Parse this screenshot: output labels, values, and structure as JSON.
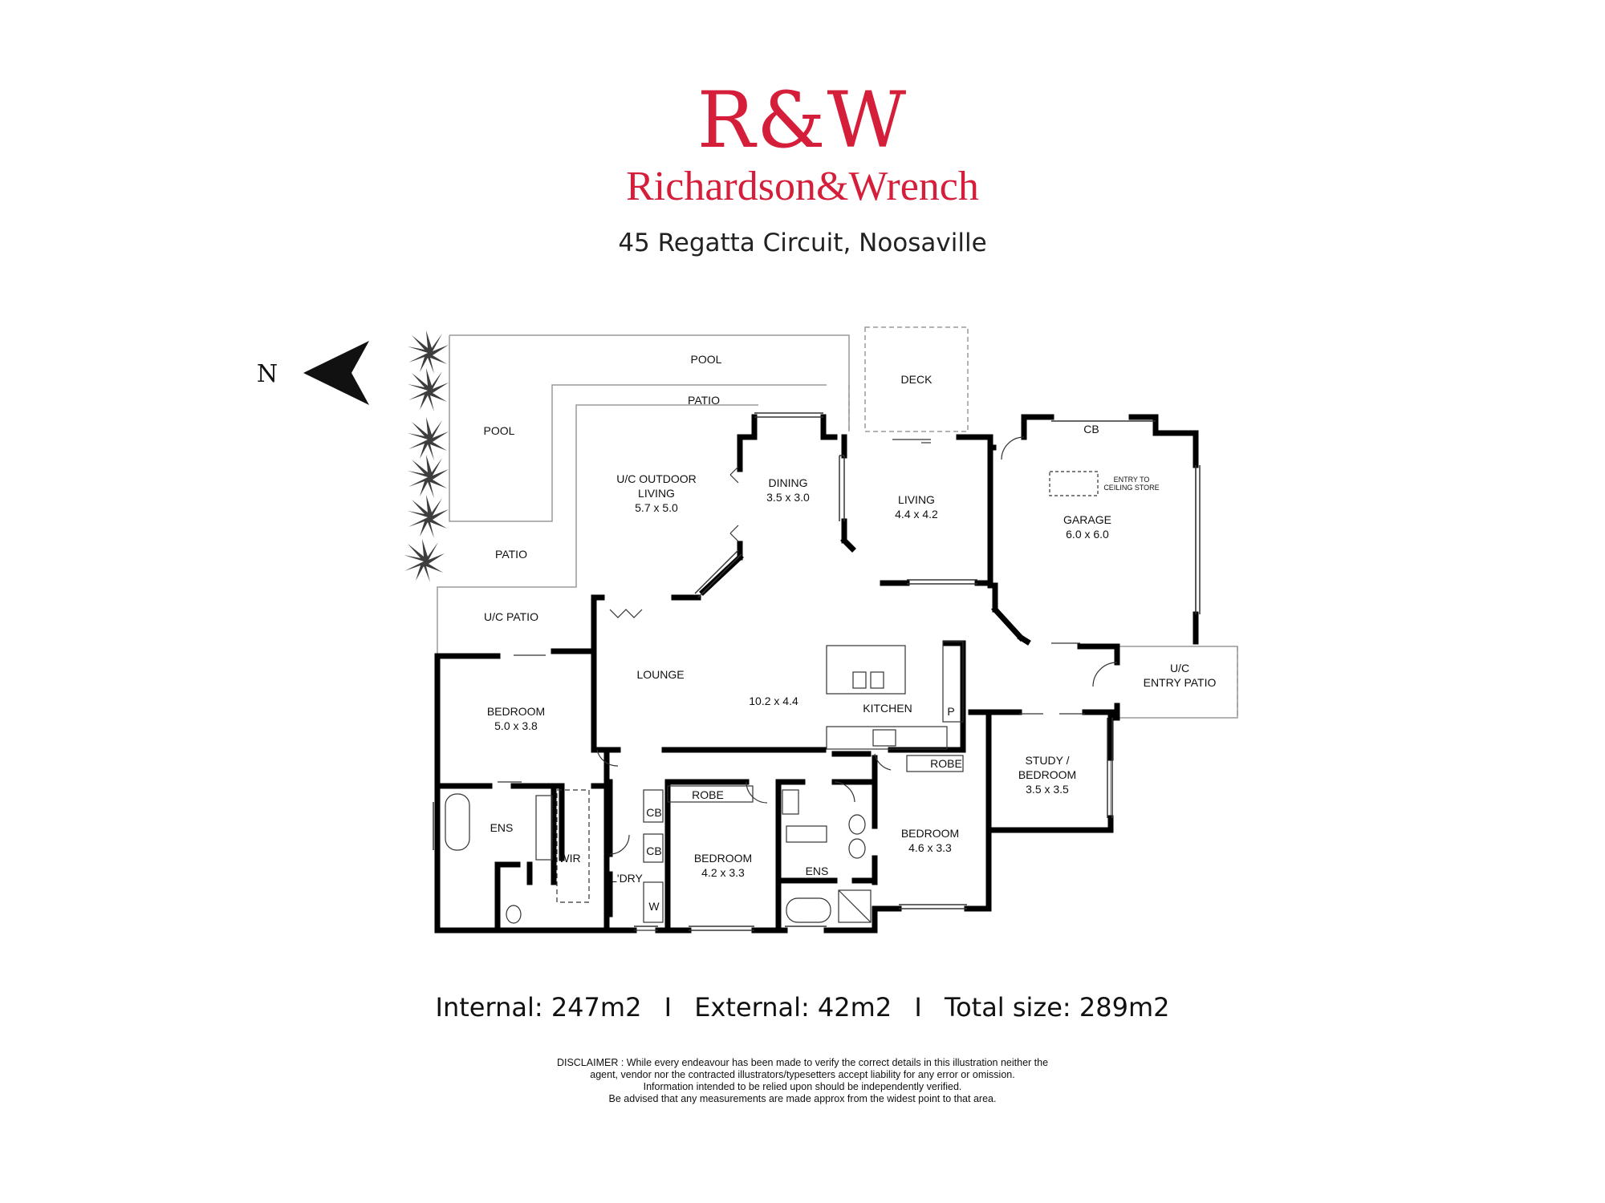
{
  "brand": {
    "mark": "R&W",
    "name": "Richardson&Wrench",
    "color": "#d51f3a"
  },
  "address": "45 Regatta Circuit, Noosaville",
  "compass": {
    "label": "N"
  },
  "rooms": {
    "pool_top": "POOL",
    "pool_left": "POOL",
    "patio_top": "PATIO",
    "patio_left": "PATIO",
    "uc_patio": "U/C PATIO",
    "deck": "DECK",
    "uc_outdoor_living": {
      "name_line1": "U/C OUTDOOR",
      "name_line2": "LIVING",
      "dim": "5.7 x 5.0"
    },
    "dining": {
      "name": "DINING",
      "dim": "3.5 x 3.0"
    },
    "living": {
      "name": "LIVING",
      "dim": "4.4 x 4.2"
    },
    "garage": {
      "name": "GARAGE",
      "dim": "6.0 x 6.0",
      "cb": "CB",
      "ceiling_line1": "ENTRY TO",
      "ceiling_line2": "CEILING STORE"
    },
    "lounge": "LOUNGE",
    "lounge_kitchen_dim": "10.2 x 4.4",
    "kitchen": "KITCHEN",
    "pantry": "P",
    "uc_entry_patio": {
      "line1": "U/C",
      "line2": "ENTRY PATIO"
    },
    "bedroom_main": {
      "name": "BEDROOM",
      "dim": "5.0 x 3.8"
    },
    "ens_main": "ENS",
    "wir": "WIR",
    "laundry": "L'DRY",
    "cb_upper": "CB",
    "cb_lower": "CB",
    "washer": "W",
    "bedroom_2": {
      "name": "BEDROOM",
      "dim": "4.2 x 3.3",
      "robe": "ROBE"
    },
    "ens_2": "ENS",
    "bedroom_3": {
      "name": "BEDROOM",
      "dim": "4.6 x 3.3",
      "robe": "ROBE"
    },
    "study": {
      "line1": "STUDY /",
      "line2": "BEDROOM",
      "dim": "3.5 x 3.5"
    }
  },
  "sizes": {
    "internal_label": "Internal:",
    "internal_value": "247m2",
    "external_label": "External:",
    "external_value": "42m2",
    "total_label": "Total size:",
    "total_value": "289m2",
    "separator": "I"
  },
  "disclaimer": [
    "DISCLAIMER : While every endeavour has been made to verify the correct details in this illustration neither the",
    "agent, vendor nor the contracted illustrators/typesetters accept liability for any error or omission.",
    "Information intended to be relied upon should be independently verified.",
    "Be advised that any measurements are made approx from the widest point to that area."
  ]
}
